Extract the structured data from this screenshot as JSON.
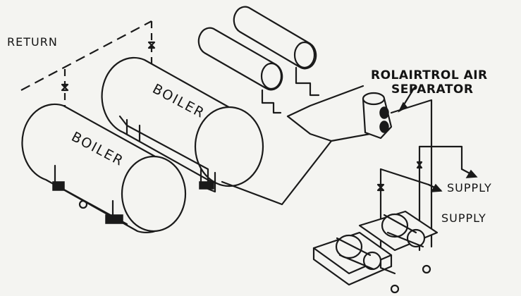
{
  "labels": {
    "return": "RETURN",
    "separator_line1": "ROLAIRTROL AIR",
    "separator_line2": "SEPARATOR",
    "supply_upper": "SUPPLY",
    "supply_lower": "SUPPLY",
    "boiler_front": "BOILER",
    "boiler_rear": "BOILER"
  },
  "colors": {
    "ink": "#1a1a1a",
    "paper": "#f4f4f1"
  }
}
